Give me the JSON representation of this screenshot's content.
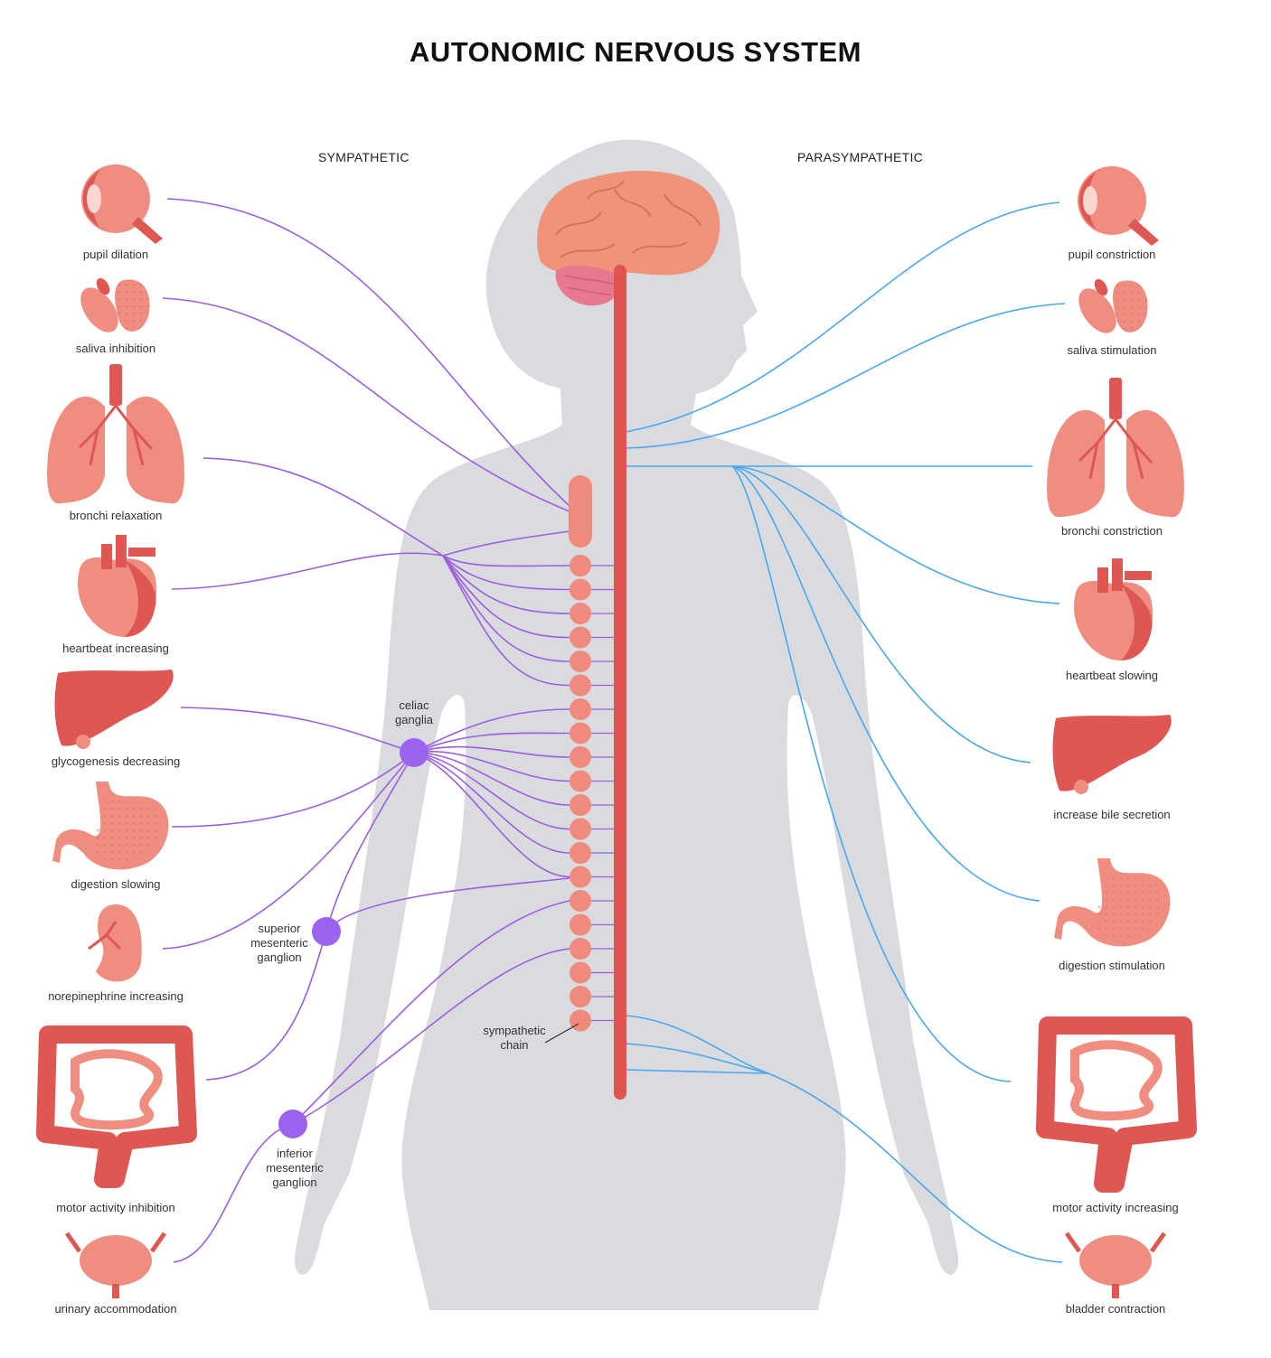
{
  "title": "AUTONOMIC NERVOUS SYSTEM",
  "sympathetic": {
    "heading": "SYMPATHETIC",
    "effects": [
      {
        "label": "pupil dilation",
        "organ": "eye-icon"
      },
      {
        "label": "saliva inhibition",
        "organ": "salivary-gland-icon"
      },
      {
        "label": "bronchi relaxation",
        "organ": "lungs-icon"
      },
      {
        "label": "heartbeat increasing",
        "organ": "heart-icon"
      },
      {
        "label": "glycogenesis decreasing",
        "organ": "liver-icon"
      },
      {
        "label": "digestion slowing",
        "organ": "stomach-icon"
      },
      {
        "label": "norepinephrine increasing",
        "organ": "kidney-icon"
      },
      {
        "label": "motor activity inhibition",
        "organ": "intestines-icon"
      },
      {
        "label": "urinary accommodation",
        "organ": "bladder-icon"
      }
    ],
    "ganglia": {
      "celiac": "celiac\nganglia",
      "superior_mesenteric": "superior\nmesenteric\nganglion",
      "inferior_mesenteric": "inferior\nmesenteric\nganglion",
      "chain": "sympathetic\nchain"
    }
  },
  "parasympathetic": {
    "heading": "PARASYMPATHETIC",
    "effects": [
      {
        "label": "pupil constriction",
        "organ": "eye-icon"
      },
      {
        "label": "saliva stimulation",
        "organ": "salivary-gland-icon"
      },
      {
        "label": "bronchi constriction",
        "organ": "lungs-icon"
      },
      {
        "label": "heartbeat slowing",
        "organ": "heart-icon"
      },
      {
        "label": "increase bile secretion",
        "organ": "liver-icon"
      },
      {
        "label": "digestion stimulation",
        "organ": "stomach-icon"
      },
      {
        "label": "motor activity increasing",
        "organ": "intestines-icon"
      },
      {
        "label": "bladder contraction",
        "organ": "bladder-icon"
      }
    ]
  },
  "colors": {
    "sympathetic_nerve": "#9b5fe0",
    "parasympathetic_nerve": "#4aa8ef",
    "ganglion": "#9e63ee",
    "body_silhouette": "#d9dbdf",
    "spinal_cord": "#e0544f",
    "sympathetic_chain": "#ef8a7c",
    "brain": "#f0937b",
    "cerebellum": "#e8788f",
    "organ_light": "#ef8e80",
    "organ_dark": "#de5752"
  }
}
